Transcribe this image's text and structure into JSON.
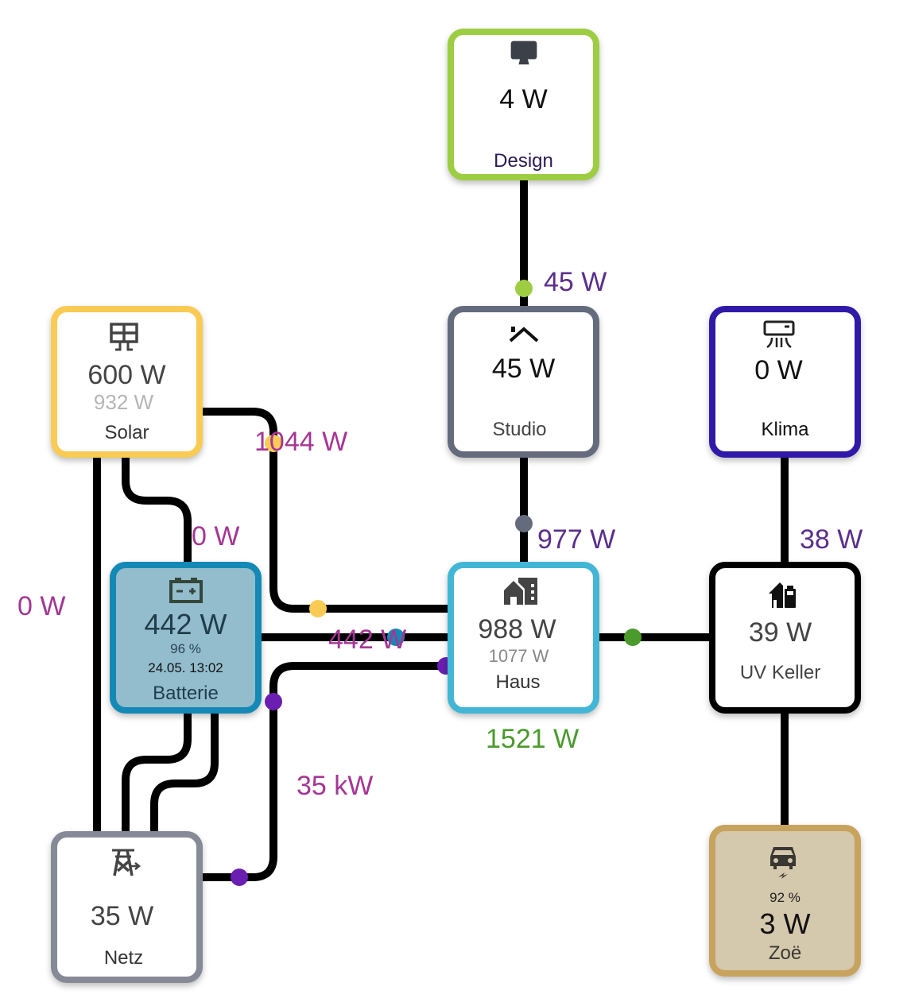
{
  "colors": {
    "line": "#000000",
    "solar": "#f9cb55",
    "battery": "#1589b5",
    "battery_bg": "#93bdcd",
    "grid": "#868a96",
    "house": "#43b6d6",
    "studio": "#646b7d",
    "design": "#9dcd42",
    "klima": "#3119a8",
    "uv_keller": "#000000",
    "car": "#c8a35d",
    "car_bg": "#d4c8ad",
    "label_magenta": "#a43694",
    "label_purple": "#5a2f8c",
    "label_green": "#4a9a2c",
    "dot_purple": "#6a1fb0",
    "dot_green": "#4a9a2c",
    "dot_blue": "#1589b5"
  },
  "nodes": {
    "design": {
      "icon": "monitor-icon",
      "value": "4 W",
      "name": "Design"
    },
    "studio": {
      "icon": "roof-icon",
      "value": "45 W",
      "name": "Studio"
    },
    "klima": {
      "icon": "air-conditioner-icon",
      "value": "0 W",
      "name": "Klima"
    },
    "solar": {
      "icon": "solar-panel-icon",
      "value": "600 W",
      "secondary": "932 W",
      "name": "Solar"
    },
    "battery": {
      "icon": "battery-icon",
      "value": "442 W",
      "soc": "96 %",
      "timestamp": "24.05. 13:02",
      "name": "Batterie"
    },
    "house": {
      "icon": "home-city-icon",
      "value": "988 W",
      "secondary": "1077 W",
      "name": "Haus"
    },
    "uv_keller": {
      "icon": "home-battery-icon",
      "value": "39 W",
      "name": "UV Keller"
    },
    "grid": {
      "icon": "transmission-tower-export-icon",
      "value": "35 W",
      "name": "Netz"
    },
    "car": {
      "icon": "car-electric-icon",
      "soc": "92 %",
      "value": "3 W",
      "name": "Zoë"
    }
  },
  "flows": {
    "design_studio": "45 W",
    "studio_house": "977 W",
    "klima_uv": "38 W",
    "solar_house": "1044 W",
    "solar_battery": "0 W",
    "solar_grid": "0 W",
    "battery_house": "442 W",
    "grid_house": "35 kW",
    "house_uv": "1521 W"
  }
}
